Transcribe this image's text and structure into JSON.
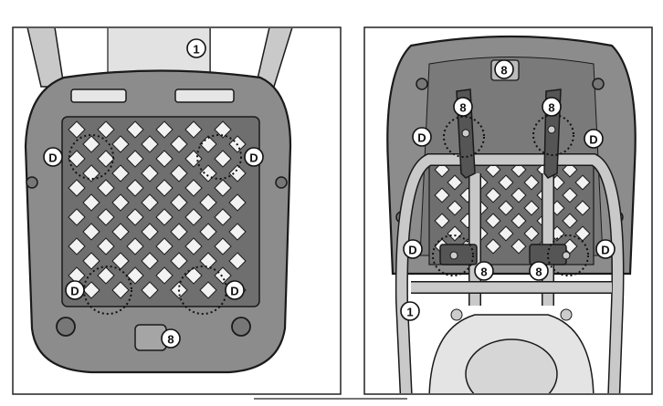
{
  "figure": {
    "left_panel": {
      "callouts": [
        {
          "id": "rail",
          "text": "1"
        },
        {
          "id": "d-top-left",
          "text": "D"
        },
        {
          "id": "d-top-right",
          "text": "D"
        },
        {
          "id": "d-bottom-left",
          "text": "D"
        },
        {
          "id": "d-bottom-right",
          "text": "D"
        },
        {
          "id": "lock",
          "text": "8"
        }
      ]
    },
    "right_panel": {
      "callouts": [
        {
          "id": "lock",
          "text": "8"
        },
        {
          "id": "bracket-left-top",
          "text": "8"
        },
        {
          "id": "bracket-right-top",
          "text": "8"
        },
        {
          "id": "d-top-left",
          "text": "D"
        },
        {
          "id": "d-top-right",
          "text": "D"
        },
        {
          "id": "d-bottom-left",
          "text": "D"
        },
        {
          "id": "d-bottom-right",
          "text": "D"
        },
        {
          "id": "bracket-left-bottom",
          "text": "8"
        },
        {
          "id": "bracket-right-bottom",
          "text": "8"
        },
        {
          "id": "rail",
          "text": "1"
        }
      ]
    },
    "colors": {
      "plate": "#8c8c8c",
      "rail": "#c9c9c9",
      "outline": "#1a1a1a",
      "grid": "#6f6f6f"
    }
  }
}
